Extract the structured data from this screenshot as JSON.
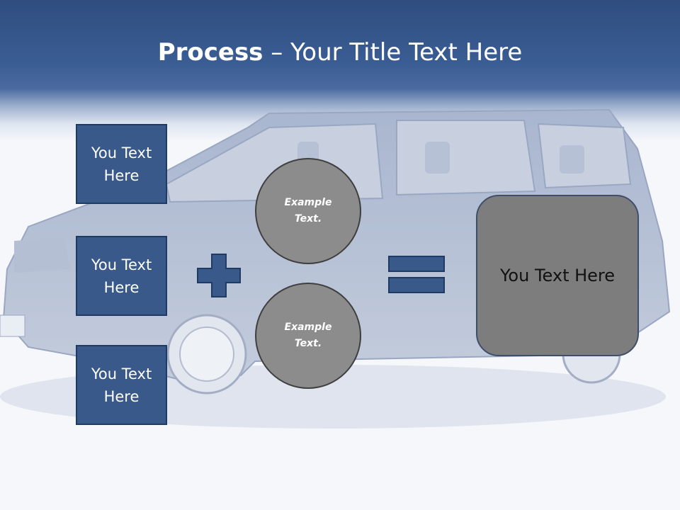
{
  "title": {
    "bold": "Process",
    "rest": " – Your Title Text Here"
  },
  "boxes": [
    {
      "label": "You Text Here"
    },
    {
      "label": "You Text Here"
    },
    {
      "label": "You Text Here"
    }
  ],
  "circles": [
    {
      "label": "Example Text."
    },
    {
      "label": "Example Text."
    }
  ],
  "operators": {
    "plus": "plus-icon",
    "equals": "equals-icon"
  },
  "result": {
    "label": "You Text Here"
  },
  "colors": {
    "header": "#3a5d94",
    "box_fill": "#385989",
    "circle_fill": "#8c8c8c",
    "result_fill": "#7d7d7d"
  }
}
